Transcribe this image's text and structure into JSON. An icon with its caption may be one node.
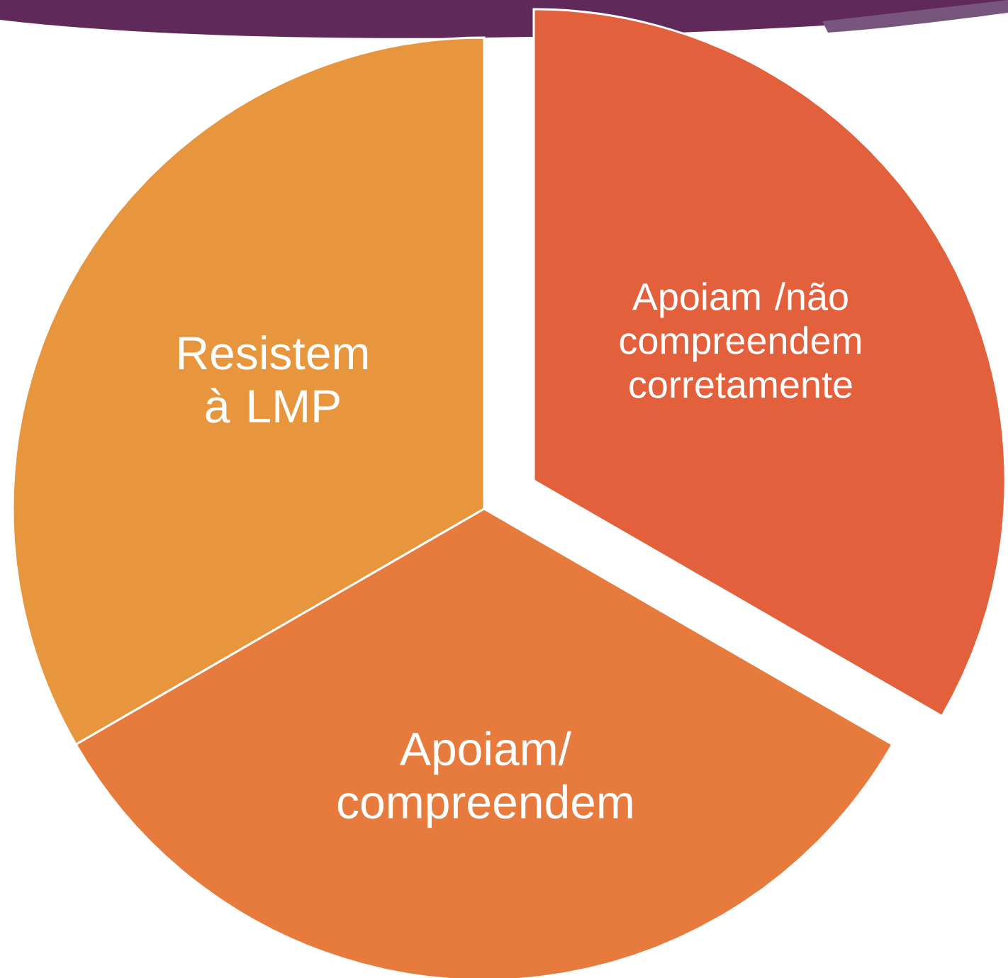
{
  "diagram": {
    "nodes": [
      {
        "text": [
          "Resistem à LMP"
        ]
      },
      {
        "text": [
          "Apoiam /não compreendem corretamente"
        ]
      },
      {
        "text": [
          "Apoiam/ compreendem"
        ]
      }
    ]
  }
}
